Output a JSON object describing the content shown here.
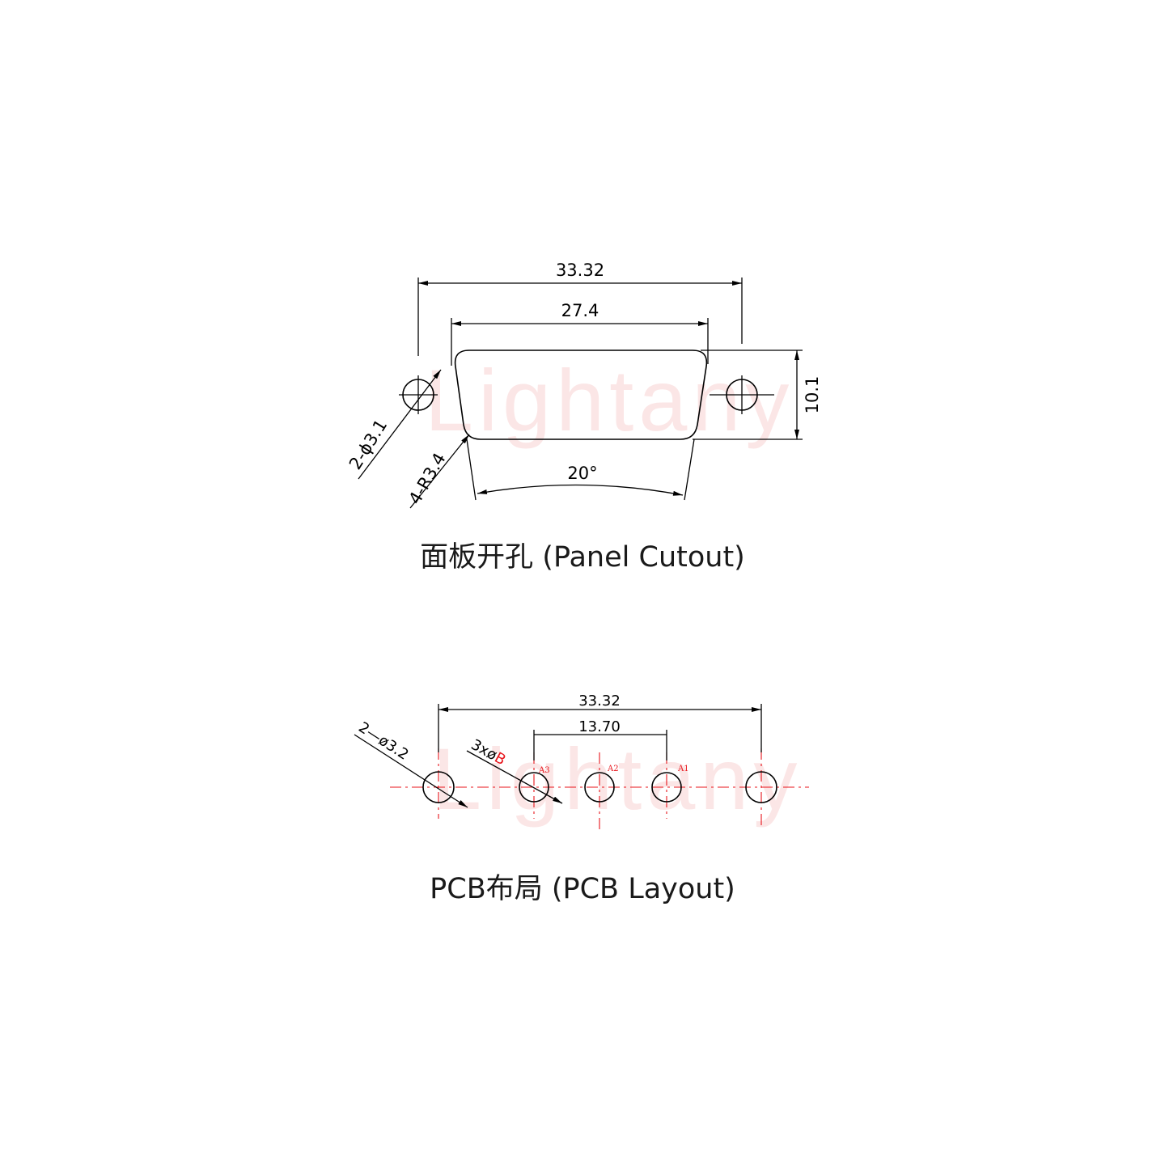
{
  "watermark": "Lightany",
  "panel": {
    "dim_overall": "33.32",
    "dim_inner": "27.4",
    "dim_height": "10.1",
    "dim_angle": "20°",
    "hole_callout": "2-ϕ3.1",
    "radius_callout": "4-R3.4",
    "caption": "面板开孔 (Panel Cutout)"
  },
  "pcb": {
    "dim_overall": "33.32",
    "dim_pins": "13.70",
    "mount_callout": "2—ø3.2",
    "pin_callout_prefix": "3xø",
    "pin_callout_var": "B",
    "pin_labels": [
      "A3",
      "A2",
      "A1"
    ],
    "caption": "PCB布局 (PCB Layout)"
  }
}
